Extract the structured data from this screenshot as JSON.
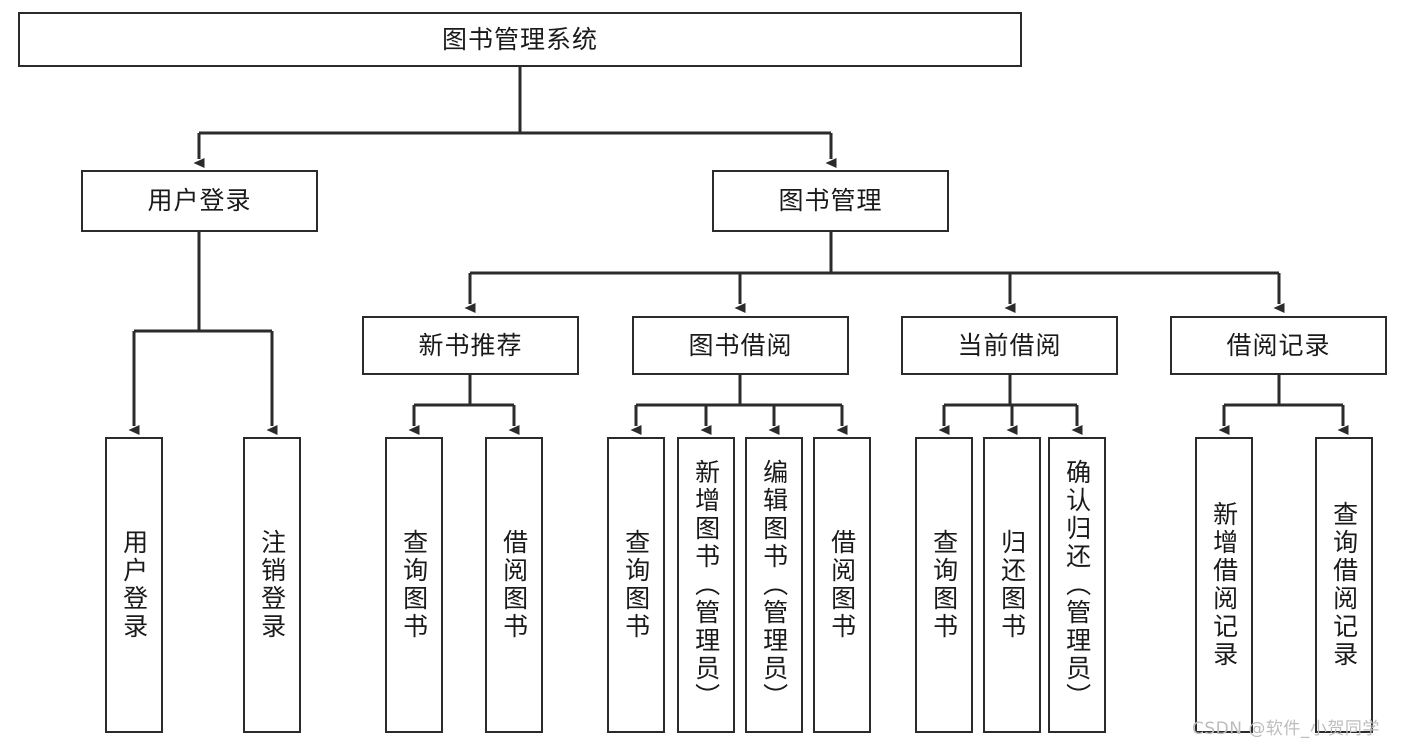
{
  "diagram": {
    "title": "图书管理系统",
    "type": "tree-hierarchy-diagram",
    "watermark": "CSDN @软件_小贺同学",
    "colors": {
      "stroke": "#2b2b2b",
      "fill": "#ffffff",
      "text": "#1a1a1a",
      "watermark": "#bdbdbd"
    },
    "levels": {
      "root": {
        "label": "图书管理系统"
      },
      "level2": [
        {
          "id": "user-login",
          "label": "用户登录"
        },
        {
          "id": "book-management",
          "label": "图书管理"
        }
      ],
      "level3": [
        {
          "id": "new-book-recommend",
          "label": "新书推荐",
          "parent": "book-management"
        },
        {
          "id": "book-borrow",
          "label": "图书借阅",
          "parent": "book-management"
        },
        {
          "id": "current-borrow",
          "label": "当前借阅",
          "parent": "book-management"
        },
        {
          "id": "borrow-record",
          "label": "借阅记录",
          "parent": "book-management"
        }
      ],
      "leaves": [
        {
          "id": "leaf-user-login",
          "label": "用户登录",
          "parent": "user-login"
        },
        {
          "id": "leaf-logout-login",
          "label": "注销登录",
          "parent": "user-login"
        },
        {
          "id": "leaf-query-book-1",
          "label": "查询图书",
          "parent": "new-book-recommend"
        },
        {
          "id": "leaf-borrow-book-1",
          "label": "借阅图书",
          "parent": "new-book-recommend"
        },
        {
          "id": "leaf-query-book-2",
          "label": "查询图书",
          "parent": "book-borrow"
        },
        {
          "id": "leaf-add-book",
          "label": "新增图书（管理员）",
          "parent": "book-borrow"
        },
        {
          "id": "leaf-edit-book",
          "label": "编辑图书（管理员）",
          "parent": "book-borrow"
        },
        {
          "id": "leaf-borrow-book-2",
          "label": "借阅图书",
          "parent": "book-borrow"
        },
        {
          "id": "leaf-query-book-3",
          "label": "查询图书",
          "parent": "current-borrow"
        },
        {
          "id": "leaf-return-book",
          "label": "归还图书",
          "parent": "current-borrow"
        },
        {
          "id": "leaf-confirm-return",
          "label": "确认归还（管理员）",
          "parent": "current-borrow"
        },
        {
          "id": "leaf-add-record",
          "label": "新增借阅记录",
          "parent": "borrow-record"
        },
        {
          "id": "leaf-query-record",
          "label": "查询借阅记录",
          "parent": "borrow-record"
        }
      ]
    }
  }
}
